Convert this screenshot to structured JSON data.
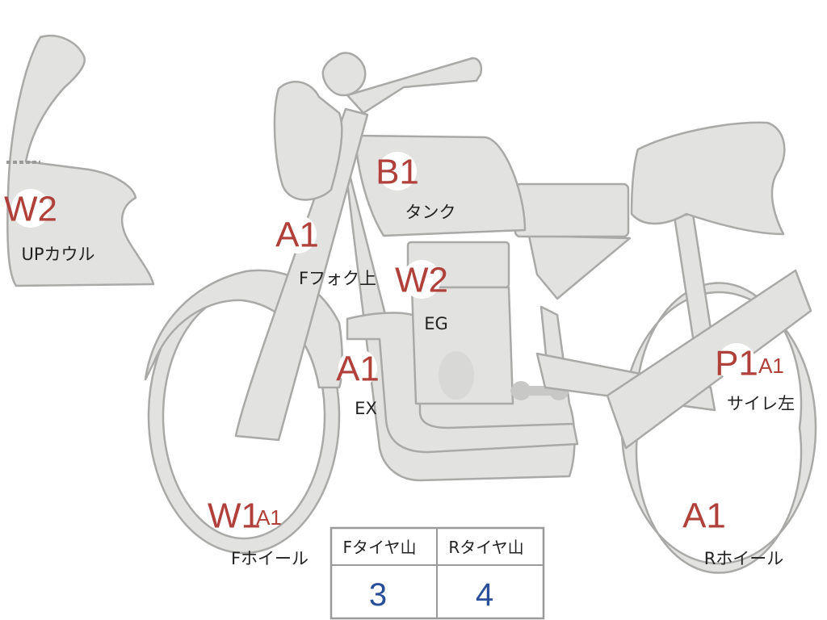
{
  "colors": {
    "part_fill": "#e2e2e0",
    "part_stroke": "#a9a9a7",
    "badge_text": "#b0403a",
    "label_text": "#222222",
    "table_value": "#2a4f9a"
  },
  "markers": [
    {
      "id": "up-cowl",
      "label": "UPカウル",
      "badges": [
        "W2"
      ]
    },
    {
      "id": "tank",
      "label": "タンク",
      "badges": [
        "B1"
      ]
    },
    {
      "id": "f-fork-upper",
      "label": "Fフォク上",
      "badges": [
        "A1"
      ]
    },
    {
      "id": "engine",
      "label": "EG",
      "badges": [
        "W2"
      ]
    },
    {
      "id": "exhaust",
      "label": "EX",
      "badges": [
        "A1"
      ]
    },
    {
      "id": "silencer-left",
      "label": "サイレ左",
      "badges": [
        "P1",
        "A1"
      ]
    },
    {
      "id": "f-wheel",
      "label": "Fホイール",
      "badges": [
        "W1",
        "A1"
      ]
    },
    {
      "id": "r-wheel",
      "label": "Rホイール",
      "badges": [
        "A1"
      ]
    }
  ],
  "tread_table": {
    "headers": [
      "Fタイヤ山",
      "Rタイヤ山"
    ],
    "values": [
      "3",
      "4"
    ]
  }
}
